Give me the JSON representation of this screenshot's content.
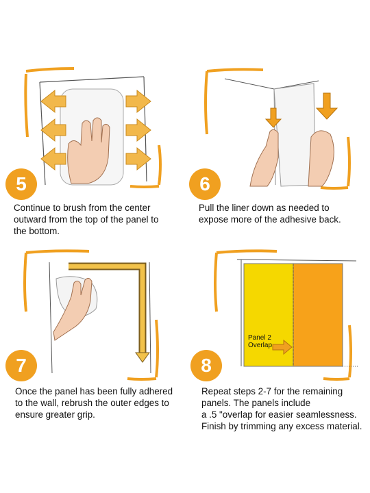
{
  "steps": [
    {
      "number": "5",
      "caption": "Continue to brush from the center\noutward from the top of the panel to\nthe bottom."
    },
    {
      "number": "6",
      "caption": "Pull the liner down as needed to\nexpose more of the adhesive back."
    },
    {
      "number": "7",
      "caption": "Once the panel has been fully adhered\nto the wall, rebrush the outer edges to\nensure greater grip."
    },
    {
      "number": "8",
      "caption": "Repeat steps 2-7 for the remaining\npanels. The panels include\na .5 \"overlap for easier seamlessness.\nFinish by trimming any excess material."
    }
  ],
  "overlap_label": "Panel 2\nOverlap",
  "colors": {
    "accent": "#f0a020",
    "panel_yellow": "#f5d800",
    "panel_orange": "#f7a21a",
    "arrow": "#f2b84b"
  },
  "icons": [
    "hand-icon",
    "arrow-icon"
  ]
}
